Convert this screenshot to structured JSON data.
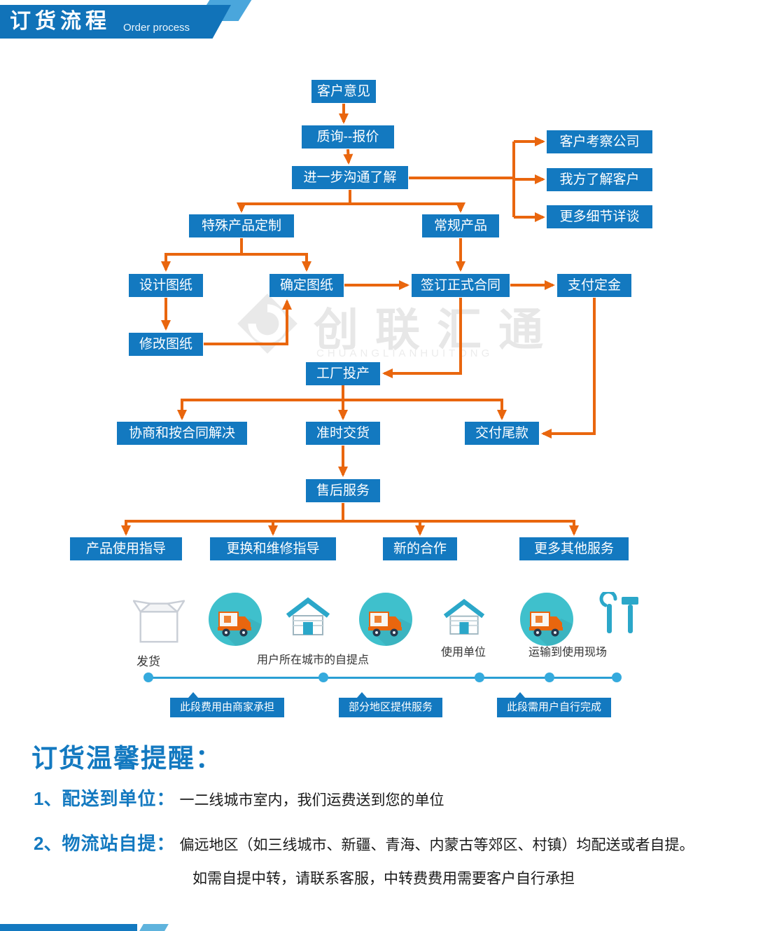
{
  "header": {
    "title": "订货流程",
    "subtitle": "Order process"
  },
  "watermark": {
    "name": "创联汇通",
    "sub": "CHUANGLIANHUITONG"
  },
  "flowchart": {
    "nodes": [
      {
        "label": "客户意见"
      },
      {
        "label": "质询--报价"
      },
      {
        "label": "进一步沟通了解"
      },
      {
        "label": "客户考察公司"
      },
      {
        "label": "我方了解客户"
      },
      {
        "label": "更多细节详谈"
      },
      {
        "label": "特殊产品定制"
      },
      {
        "label": "常规产品"
      },
      {
        "label": "设计图纸"
      },
      {
        "label": "确定图纸"
      },
      {
        "label": "签订正式合同"
      },
      {
        "label": "支付定金"
      },
      {
        "label": "修改图纸"
      },
      {
        "label": "工厂投产"
      },
      {
        "label": "协商和按合同解决"
      },
      {
        "label": "准时交货"
      },
      {
        "label": "交付尾款"
      },
      {
        "label": "售后服务"
      },
      {
        "label": "产品使用指导"
      },
      {
        "label": "更换和维修指导"
      },
      {
        "label": "新的合作"
      },
      {
        "label": "更多其他服务"
      }
    ]
  },
  "logistics": {
    "labels": [
      {
        "text": "发货"
      },
      {
        "text": "用户所在城市的自提点"
      },
      {
        "text": "使用单位"
      },
      {
        "text": "运输到使用现场"
      }
    ],
    "tags": [
      {
        "text": "此段费用由商家承担"
      },
      {
        "text": "部分地区提供服务"
      },
      {
        "text": "此段需用户自行完成"
      }
    ]
  },
  "reminder": {
    "title": "订货温馨提醒：",
    "items": [
      {
        "num": "1、",
        "label": "配送到单位：",
        "text": "一二线城市室内，我们运费送到您的单位"
      },
      {
        "num": "2、",
        "label": "物流站自提：",
        "text": "偏远地区（如三线城市、新疆、青海、内蒙古等郊区、村镇）均配送或者自提。",
        "text2": "如需自提中转，请联系客服，中转费费用需要客户自行承担"
      }
    ]
  },
  "colors": {
    "box_blue": "#1379c0",
    "banner_blue": "#1173b9",
    "arrow_orange": "#e9660e",
    "teal_circle": "#3fc0cc",
    "icon_teal": "#2ba7c9",
    "timeline_blue": "#2a9fd4"
  }
}
